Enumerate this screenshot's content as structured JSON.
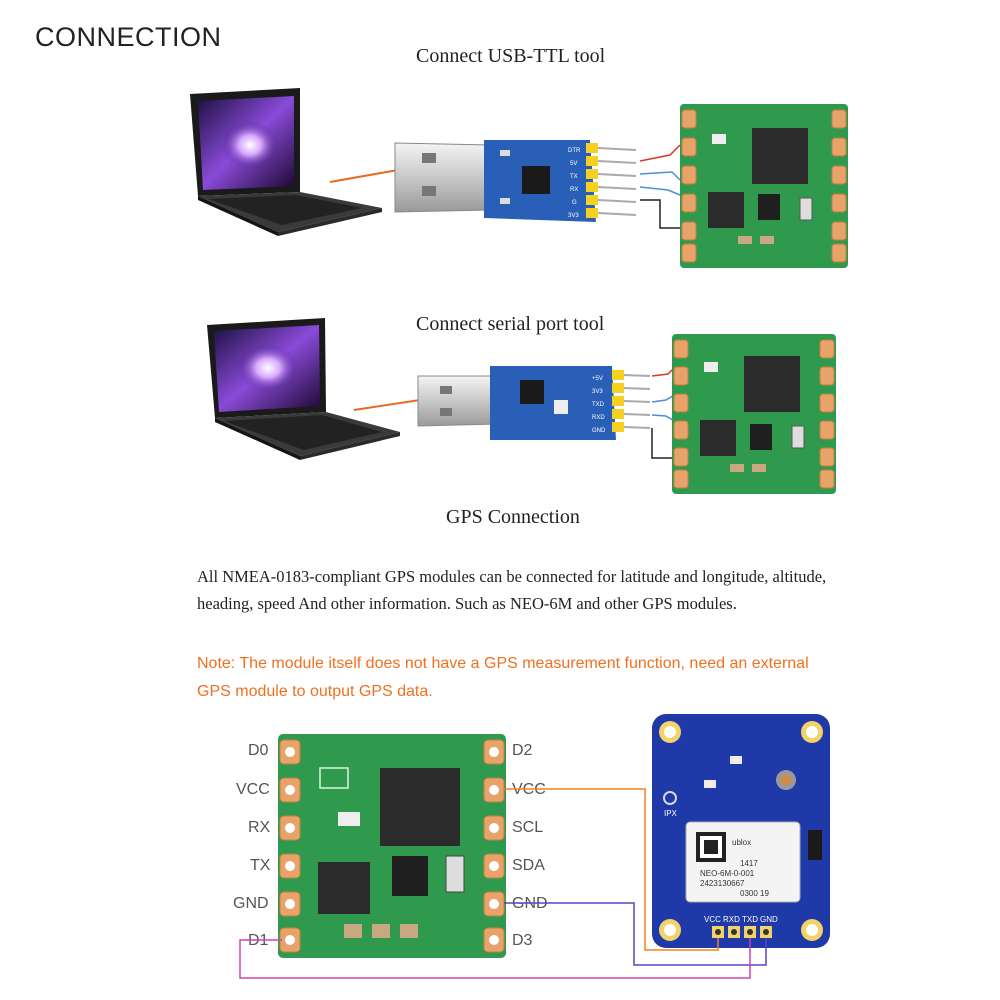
{
  "heading": "CONNECTION",
  "captions": {
    "usb_ttl": "Connect USB-TTL tool",
    "serial": "Connect serial port tool",
    "gps": "GPS Connection"
  },
  "paragraph": "All NMEA-0183-compliant GPS modules can be connected for latitude and longitude, altitude, heading, speed And other information. Such as NEO-6M and other GPS modules.",
  "note": "Note: The module itself does not have a GPS measurement function, need an external GPS module to output GPS data.",
  "module_pins": {
    "left": [
      "D0",
      "VCC",
      "RX",
      "TX",
      "GND",
      "D1"
    ],
    "right": [
      "D2",
      "VCC",
      "SCL",
      "SDA",
      "GND",
      "D3"
    ]
  },
  "gps_labels": {
    "pins": [
      "VCC",
      "RXD",
      "TXD",
      "GND"
    ],
    "chip_text": [
      "ublox",
      "NEO-6M-0-001",
      "2423130667",
      "1417",
      "0300 19"
    ],
    "ipx": "IPX"
  },
  "usb_ttl_labels": [
    "DTR",
    "5V",
    "TX",
    "RX",
    "G",
    "3V3"
  ],
  "serial_labels": [
    "+5V",
    "3V3",
    "TXD",
    "RXD",
    "GND"
  ],
  "colors": {
    "pcb_green": "#2f9a4e",
    "pcb_blue_ttl": "#2a5fb8",
    "gps_blue": "#1f3aa8",
    "wire_red": "#d23a2a",
    "wire_blue": "#4a8fd8",
    "wire_black": "#222222",
    "wire_orange": "#f08020",
    "wire_purple": "#6040c0",
    "wire_magenta": "#d040b8",
    "note": "#f07020"
  }
}
